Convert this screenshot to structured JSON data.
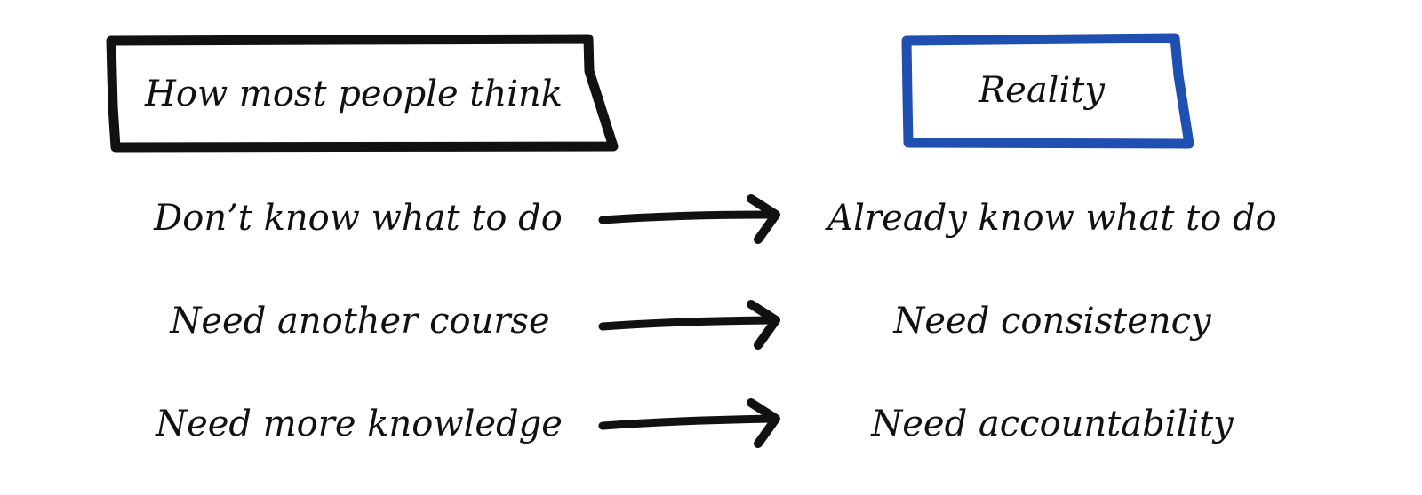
{
  "headers": {
    "left": "How most people think",
    "right": "Reality"
  },
  "rows": [
    {
      "belief": "Don’t know what to do",
      "reality": "Already know what to do"
    },
    {
      "belief": "Need another course",
      "reality": "Need consistency"
    },
    {
      "belief": "Need more knowledge",
      "reality": "Need accountability"
    }
  ],
  "colors": {
    "ink": "#111111",
    "reality_frame": "#1f4fb0",
    "background": "#ffffff"
  }
}
